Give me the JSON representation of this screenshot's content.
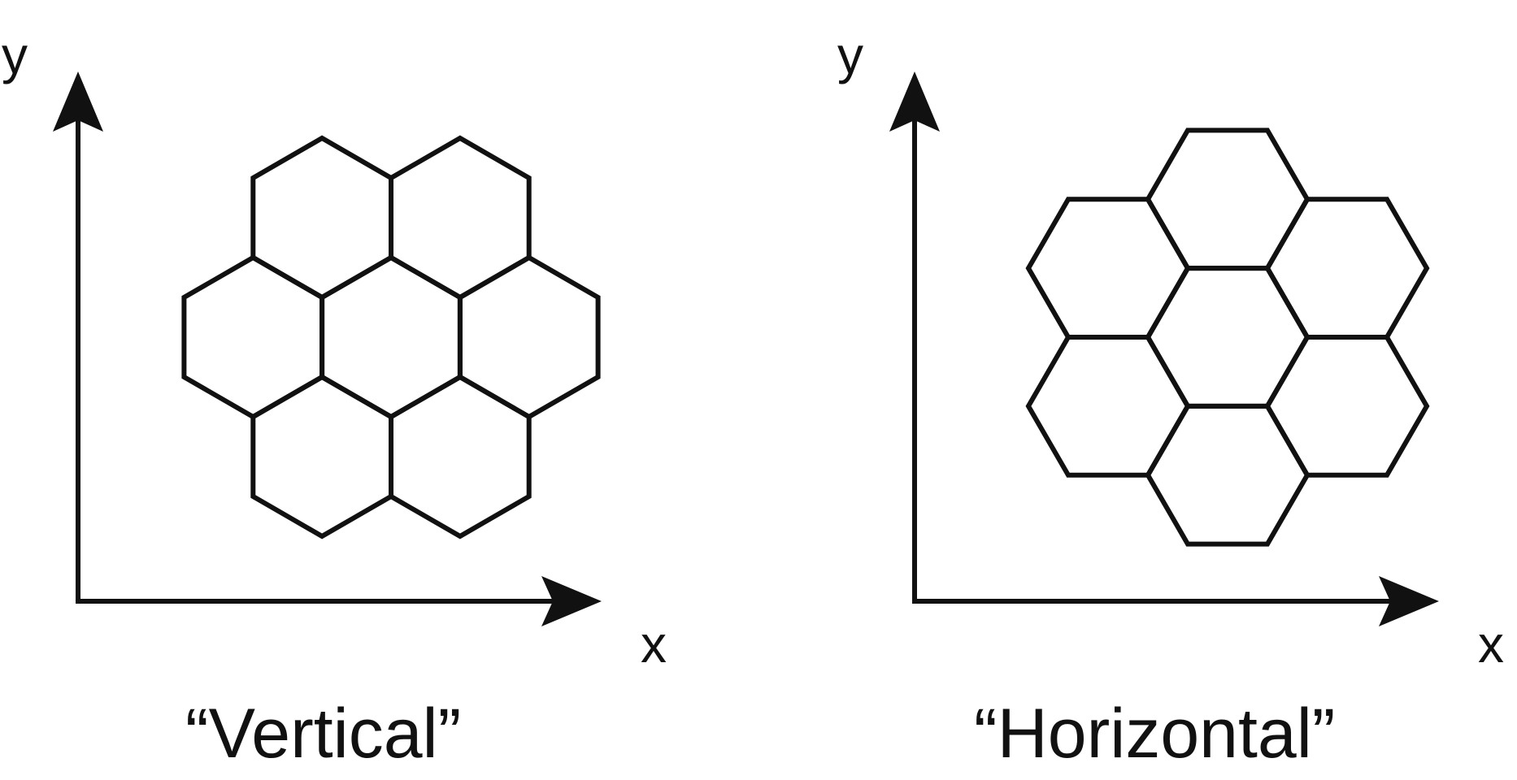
{
  "panels": [
    {
      "id": "vertical",
      "caption": "“Vertical”",
      "x_label": "x",
      "y_label": "y",
      "orientation": "pointy-top",
      "cell_count": 7
    },
    {
      "id": "horizontal",
      "caption": "“Horizontal”",
      "x_label": "x",
      "y_label": "y",
      "orientation": "flat-top",
      "cell_count": 7
    }
  ],
  "colors": {
    "stroke": "#111111",
    "background": "#ffffff"
  }
}
